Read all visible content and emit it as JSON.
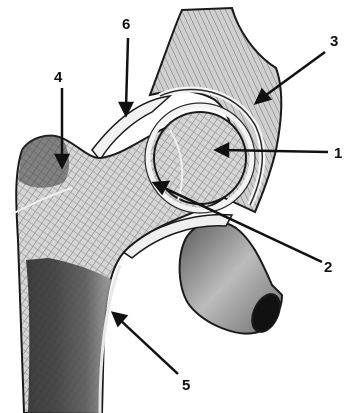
{
  "diagram": {
    "labels": [
      "1",
      "2",
      "3",
      "4",
      "5",
      "6"
    ]
  },
  "colors": {
    "bone_light": "#e9e9e9",
    "bone_mid": "#bdbdbd",
    "bone_dark": "#4a4a4a",
    "cartilage": "#f4f4f4",
    "outline": "#1a1a1a",
    "arrow": "#111111"
  }
}
